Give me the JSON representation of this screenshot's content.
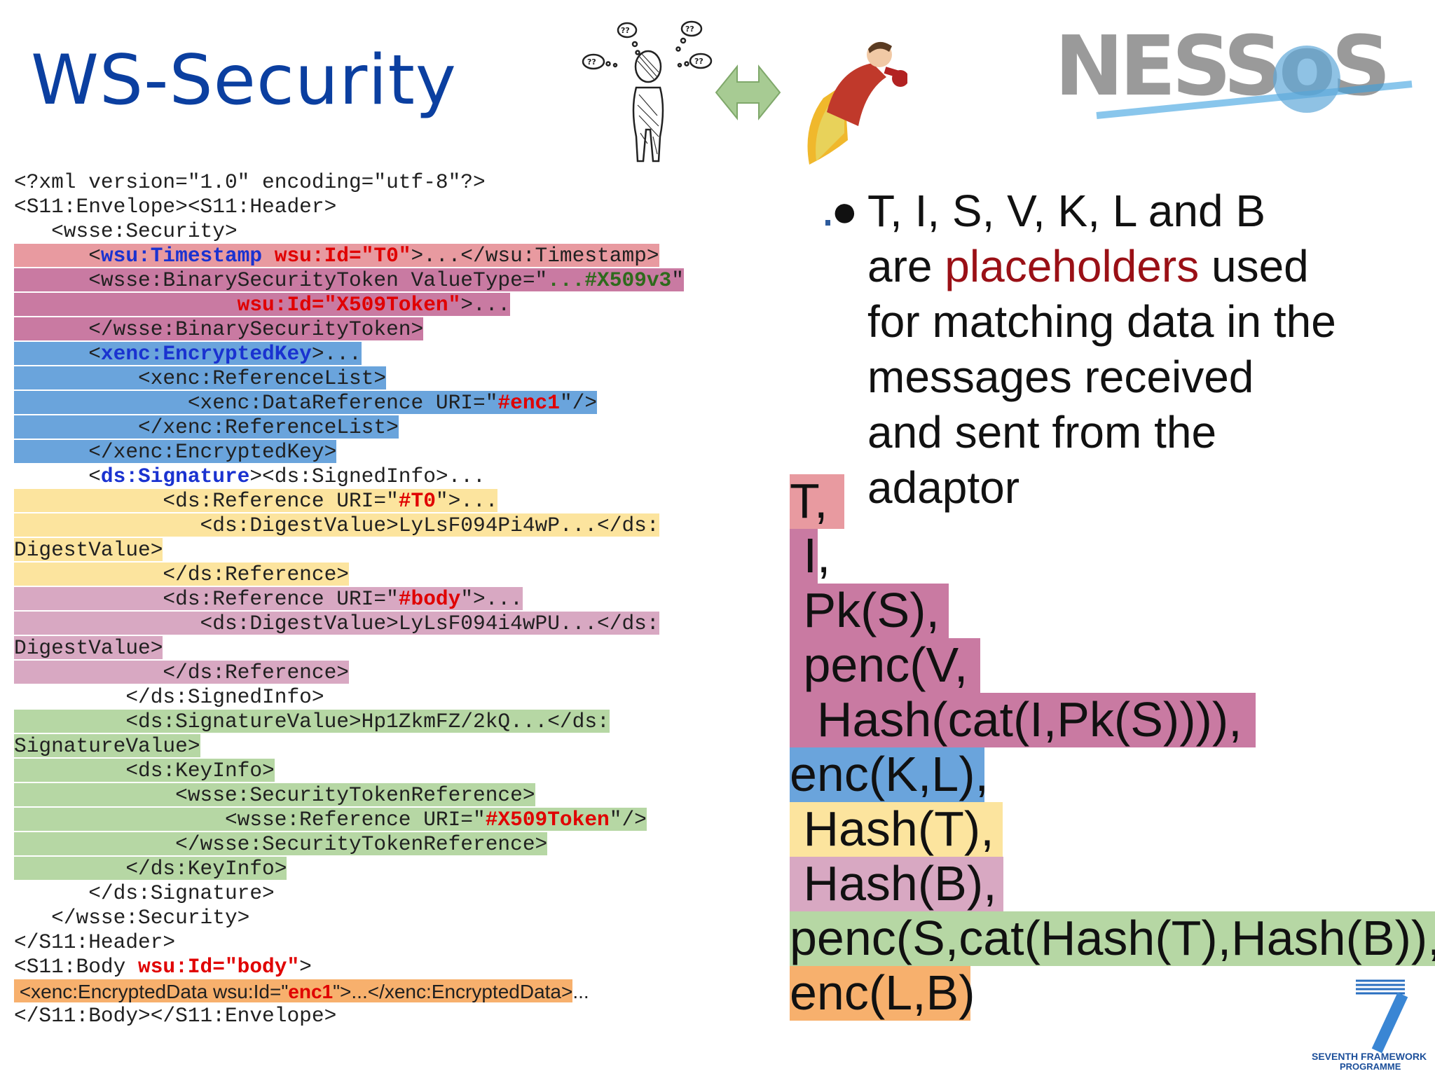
{
  "slide": {
    "title": "WS-Security",
    "logo_text": "NESSoS",
    "fp7_text_line1": "SEVENTH FRAMEWORK",
    "fp7_text_line2": "PROGRAMME"
  },
  "code": {
    "l1": "<?xml version=\"1.0\" encoding=\"utf-8\"?>",
    "l2": "<S11:Envelope><S11:Header>",
    "l3": "   <wsse:Security>",
    "l4a": "      <",
    "l4b": "wsu:Timestamp",
    "l4c": " ",
    "l4d": "wsu:Id=\"T0\"",
    "l4e": ">...</wsu:Timestamp>",
    "l5a": "      <wsse:BinarySecurityToken ValueType=\"",
    "l5b": "...#X509v3",
    "l5c": "\"",
    "l6a": "                  ",
    "l6b": "wsu:Id=\"X509Token\"",
    "l6c": ">...",
    "l7": "      </wsse:BinarySecurityToken>",
    "l8a": "      <",
    "l8b": "xenc:EncryptedKey",
    "l8c": ">...",
    "l9": "          <xenc:ReferenceList>",
    "l10a": "              <xenc:DataReference URI=\"",
    "l10b": "#enc1",
    "l10c": "\"/>",
    "l11": "          </xenc:ReferenceList>",
    "l12": "      </xenc:EncryptedKey>",
    "l13a": "      <",
    "l13b": "ds:Signature",
    "l13c": "><ds:SignedInfo>...",
    "l14a": "            <ds:Reference URI=\"",
    "l14b": "#T0",
    "l14c": "\">...",
    "l15": "               <ds:DigestValue>LyLsF094Pi4wP...</ds:",
    "l16": "DigestValue>",
    "l17": "            </ds:Reference>",
    "l18a": "            <ds:Reference URI=\"",
    "l18b": "#body",
    "l18c": "\">...",
    "l19": "               <ds:DigestValue>LyLsF094i4wPU...</ds:",
    "l20": "DigestValue>",
    "l21": "            </ds:Reference>",
    "l22": "         </ds:SignedInfo>",
    "l23": "         <ds:SignatureValue>Hp1ZkmFZ/2kQ...</ds:",
    "l24": "SignatureValue>",
    "l25": "         <ds:KeyInfo>",
    "l26": "             <wsse:SecurityTokenReference>",
    "l27a": "                 <wsse:Reference URI=\"",
    "l27b": "#X509Token",
    "l27c": "\"/>",
    "l28": "             </wsse:SecurityTokenReference>",
    "l29": "         </ds:KeyInfo>",
    "l30": "      </ds:Signature>",
    "l31": "   </wsse:Security>",
    "l32": "</S11:Header>",
    "l33a": "<S11:Body ",
    "l33b": "wsu:Id=\"body\"",
    "l33c": ">",
    "l34a": " <xenc:EncryptedData wsu:Id=\"",
    "l34b": "enc1",
    "l34c": "\">...</xenc:EncryptedData>",
    "l34d": "...",
    "l35": "</S11:Body></S11:Envelope>"
  },
  "bullet": {
    "line1": "T, I, S, V, K, L and B",
    "line2a": "are ",
    "line2b": "placeholders",
    "line2c": " used",
    "line3": "for matching data in the",
    "line4": "messages received",
    "line5": "and sent from the",
    "line6": "adaptor"
  },
  "expression": {
    "r1": "T,",
    "r2": " I,",
    "r3": " Pk(S),",
    "r4": " penc(V,",
    "r5": "  Hash(cat(I,Pk(S)))),",
    "r6": "enc(K,L),",
    "r7": " Hash(T),",
    "r8": " Hash(B),",
    "r9": "penc(S,cat(Hash(T),Hash(B)),",
    "r10": "enc(L,B)"
  },
  "colors": {
    "title": "#0b3fa0",
    "timestamp": "#e89aa0",
    "binary_token": "#c97aa2",
    "encrypted_key": "#6aa4dc",
    "ref_t0": "#fce49e",
    "ref_body": "#d8a8c2",
    "signature_value": "#b6d7a4",
    "encrypted_data": "#f7b06d",
    "placeholders": "#9a1016"
  },
  "icons": [
    "confused-person-icon",
    "double-arrow-icon",
    "superhero-icon",
    "nessos-logo",
    "fp7-logo"
  ]
}
